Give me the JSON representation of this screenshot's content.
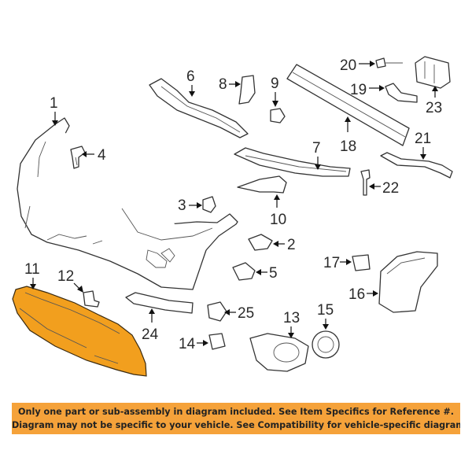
{
  "diagram": {
    "highlight_color": "#f29f1e",
    "callouts": {
      "c1": "1",
      "c2": "2",
      "c3": "3",
      "c4": "4",
      "c5": "5",
      "c6": "6",
      "c7": "7",
      "c8": "8",
      "c9": "9",
      "c10": "10",
      "c11": "11",
      "c12": "12",
      "c13": "13",
      "c14": "14",
      "c15": "15",
      "c16": "16",
      "c17": "17",
      "c18": "18",
      "c19": "19",
      "c20": "20",
      "c21": "21",
      "c22": "22",
      "c23": "23",
      "c24": "24",
      "c25": "25"
    },
    "highlighted_part": "11"
  },
  "notice": {
    "background": "#f5a23a",
    "line1": "Only one part or sub-assembly in diagram included. See Item Specifics for Reference #.",
    "line2": "Diagram may not be specific to your vehicle. See Compatibility for vehicle-specific diagrams."
  }
}
